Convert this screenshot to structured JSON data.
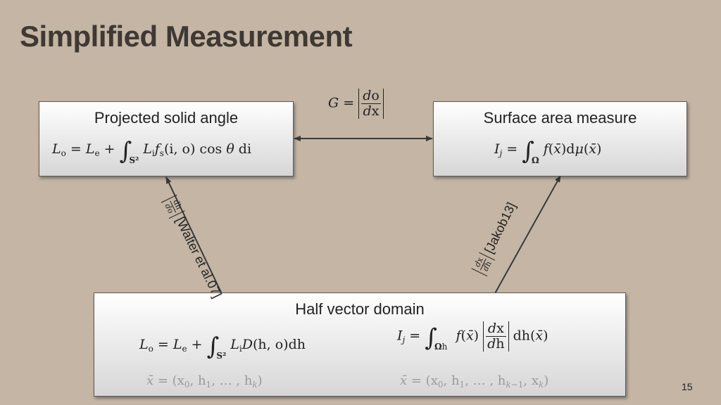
{
  "slide": {
    "title": "Simplified Measurement",
    "number": "15"
  },
  "boxes": {
    "projected": {
      "label": "Projected solid angle"
    },
    "surface": {
      "label": "Surface area measure"
    },
    "half": {
      "label": "Half vector domain"
    }
  },
  "annotations": {
    "walter": "[Walter et al.07]",
    "jakob": "[Jakob13]"
  },
  "colors": {
    "background": "#c4b5a4",
    "title": "#3f3833",
    "arrow": "#3a3a3a",
    "gray_text": "#9a9a9a"
  }
}
